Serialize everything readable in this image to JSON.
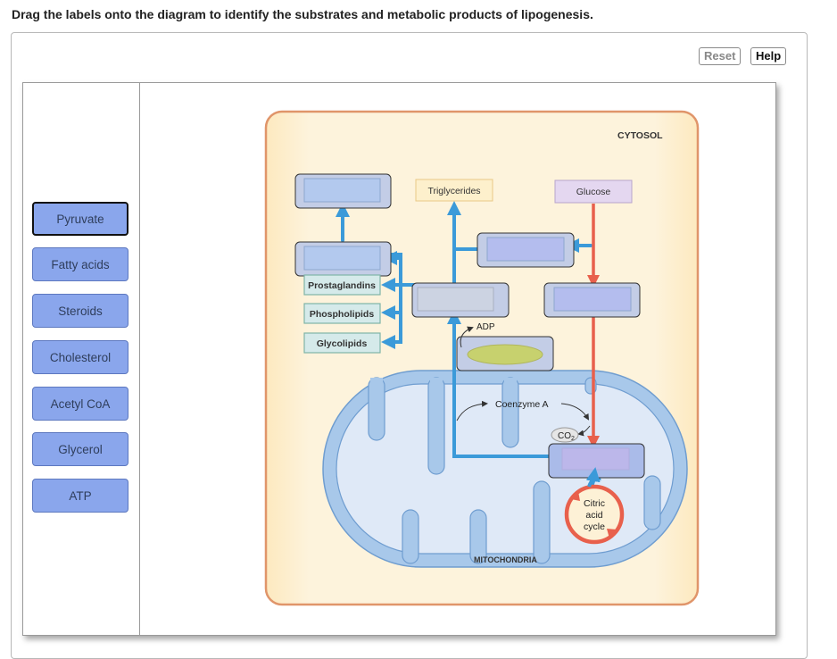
{
  "instruction": "Drag the labels onto the diagram to identify the substrates and metabolic products of lipogenesis.",
  "toolbar": {
    "reset_label": "Reset",
    "help_label": "Help"
  },
  "labels": [
    {
      "text": "Pyruvate",
      "selected": true
    },
    {
      "text": "Fatty acids",
      "selected": false
    },
    {
      "text": "Steroids",
      "selected": false
    },
    {
      "text": "Cholesterol",
      "selected": false
    },
    {
      "text": "Acetyl CoA",
      "selected": false
    },
    {
      "text": "Glycerol",
      "selected": false
    },
    {
      "text": "ATP",
      "selected": false
    }
  ],
  "diagram": {
    "region_cytosol": "CYTOSOL",
    "region_mitochondria": "MITOCHONDRIA",
    "fixed_labels": {
      "triglycerides": "Triglycerides",
      "glucose": "Glucose",
      "prostaglandins": "Prostaglandins",
      "phospholipids": "Phospholipids",
      "glycolipids": "Glycolipids",
      "adp": "ADP",
      "coenzyme_a": "Coenzyme A",
      "co2": "CO",
      "co2_sub": "2",
      "citric_line1": "Citric",
      "citric_line2": "acid",
      "citric_line3": "cycle"
    },
    "colors": {
      "cytosol_fill": "#fdf1d6",
      "cytosol_border": "#e0956a",
      "mito_outer": "#a8c8ea",
      "mito_inner": "#dfe9f7",
      "blue_arrow": "#3b9ad9",
      "red_arrow": "#e8604c",
      "drop_zone": "#c3cde6",
      "label_fill": "#8aa6ec"
    }
  }
}
